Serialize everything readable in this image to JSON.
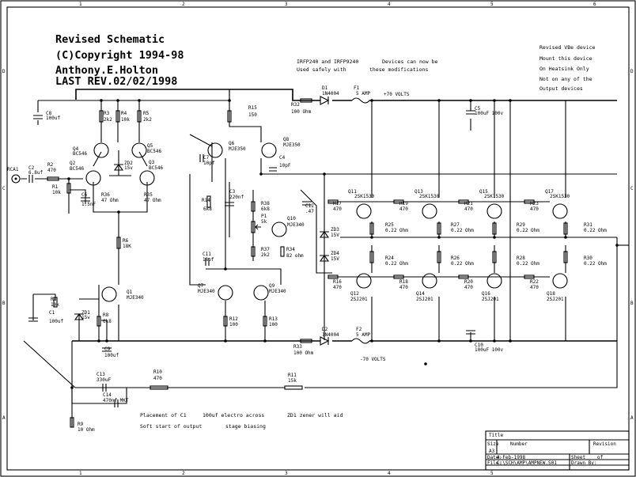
{
  "header": {
    "line1": "Revised Schematic",
    "line2": "(C)Copyright 1994-98",
    "line3": "Anthony.E.Holton",
    "line4": "LAST REV.02/02/1998"
  },
  "notes": {
    "irfp_a": "IRFP240 and IRFP9240",
    "irfp_b": "Used safely with",
    "devices_a": "Devices can now be",
    "devices_b": "these modifications",
    "vbe_1": "Revised VBe device",
    "vbe_2": "Mount this device",
    "vbe_3": "On Heatsink Only",
    "vbe_4": "Not on any of the",
    "vbe_5": "Output devices",
    "bottom_1": "Placement of C1",
    "bottom_2": "100uf electro across",
    "bottom_3": "ZD1 zener will aid",
    "bottom_4": "Soft start of output",
    "bottom_5": "stage biasing"
  },
  "rails": {
    "pos": "+70 VOLTS",
    "neg": "-70 VOLTS",
    "f1": "F1",
    "f1_val": "5 AMP",
    "f2": "F2",
    "f2_val": "5 AMP",
    "d1": "D1",
    "d1_val": "1N4004",
    "d2": "D2",
    "d2_val": "1N4004"
  },
  "components": {
    "rca": "RCA1",
    "c2": "C2",
    "c2v": "6.8uf",
    "r2": "R2",
    "r2v": "470",
    "r1": "R1",
    "r1v": "10k",
    "c6": "C6",
    "c6v": "1.5nF",
    "q2": "Q2",
    "q2v": "BC546",
    "q4": "Q4",
    "q4v": "BC546",
    "q3": "Q3",
    "q3v": "BC546",
    "q5": "Q5",
    "q5v": "BC546",
    "r3": "R3",
    "r3v": "2k2",
    "r4": "R4",
    "r4v": "10k",
    "r5": "R5",
    "r5v": "2k2",
    "zd2": "ZD2",
    "zd2v": "15v",
    "r36": "R36",
    "r36v": "47 Ohm",
    "r35": "R35",
    "r35v": "47 Ohm",
    "c8": "C8",
    "c8v": "100uf",
    "r6": "R6",
    "r6v": "18K",
    "q1": "Q1",
    "q1v": "MJE340",
    "r7": "R7",
    "r7v": "10k",
    "c1": "C1",
    "c1v": "100uf",
    "zd1": "ZD1",
    "zd1v": "15v",
    "r8": "R8",
    "r8v": "6k8",
    "c9": "C9",
    "c9v": "100uf",
    "c13": "C13",
    "c13v": "330uF",
    "c14": "C14",
    "c14v": "470nf MKT",
    "r9": "R9",
    "r9v": "10 Ohm",
    "r10": "R10",
    "r10v": "470",
    "r11": "R11",
    "r11v": "15k",
    "r15": "R15",
    "r15v": "150",
    "r32": "R32",
    "r32v": "100 Ohm",
    "r33": "R33",
    "r33v": "100 Ohm",
    "q6": "Q6",
    "q6v": "MJE350",
    "q8": "Q8",
    "q8v": "MJE350",
    "c7": "C7",
    "c7v": "10pf",
    "c4": "C4",
    "c4v": "10pF",
    "c3": "C3",
    "c3v": "220nf",
    "r14": "R14",
    "r14v": "6k8",
    "r38": "R38",
    "r38v": "6k8",
    "p1": "P1",
    "p1v": "5k",
    "r37": "R37",
    "r37v": "2k2",
    "r34": "R34",
    "r34v": "82 ohm",
    "q10": "Q10",
    "q10v": "MJE340",
    "c12": "C12",
    "c12v": ".47",
    "c11": "C11",
    "c11v": "18pf",
    "q7": "Q7",
    "q7v": "MJE340",
    "q9": "Q9",
    "q9v": "MJE340",
    "r12": "R12",
    "r12v": "100",
    "r13": "R13",
    "r13v": "100",
    "c5": "C5",
    "c5v": "100uF 100v",
    "c10": "C10",
    "c10v": "100uF 100v",
    "zd3": "ZD3",
    "zd3v": "15V",
    "zd4": "ZD4",
    "zd4v": "15V",
    "q11": "Q11",
    "q11v": "2SK1530",
    "q13": "Q13",
    "q13v": "2SK1530",
    "q15": "Q15",
    "q15v": "2SK1530",
    "q17": "Q17",
    "q17v": "2SK1530",
    "q12": "Q12",
    "q12v": "2SJ201",
    "q14": "Q14",
    "q14v": "2SJ201",
    "q16": "Q16",
    "q16v": "2SJ201",
    "q18": "Q18",
    "q18v": "2SJ201",
    "r17": "R17",
    "r17v": "470",
    "r19": "R19",
    "r19v": "470",
    "r21": "R21",
    "r21v": "470",
    "r23": "R23",
    "r23v": "470",
    "r16": "R16",
    "r16v": "470",
    "r18": "R18",
    "r18v": "470",
    "r20": "R20",
    "r20v": "470",
    "r22": "R22",
    "r22v": "470",
    "r25": "R25",
    "r25v": "0.22 Ohm",
    "r27": "R27",
    "r27v": "0.22 Ohm",
    "r29": "R29",
    "r29v": "0.22 Ohm",
    "r31": "R31",
    "r31v": "0.22 Ohm",
    "r24": "R24",
    "r24v": "0.22 Ohm",
    "r26": "R26",
    "r26v": "0.22 Ohm",
    "r28": "R28",
    "r28v": "0.22 Ohm",
    "r30": "R30",
    "r30v": "0.22 Ohm"
  },
  "frame": {
    "cols": [
      "1",
      "2",
      "3",
      "4",
      "5",
      "6"
    ],
    "rows": [
      "D",
      "C",
      "B",
      "A"
    ]
  },
  "title_block": {
    "title": "Title",
    "size": "Size",
    "size_val": "A3",
    "number": "Number",
    "revision": "Revision",
    "date": "Date:",
    "date_val": "4-Feb-1998",
    "file": "File:",
    "file_val": "C:\\SCH\\AMP\\AMPNEW.S01",
    "sheet": "Sheet",
    "of": "of",
    "drawn": "Drawn By:"
  }
}
